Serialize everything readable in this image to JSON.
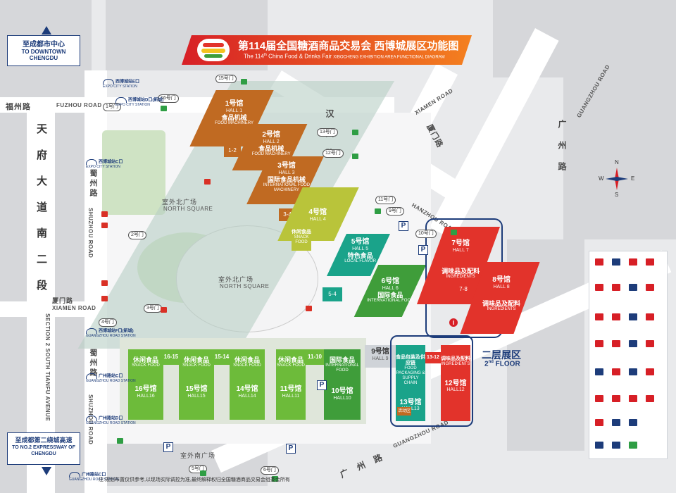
{
  "title": {
    "cn": "第114届全国糖酒商品交易会 西博城展区功能图",
    "en_pre": "The 114",
    "en_sup": "th",
    "en_post": " China Food & Drinks Fair ",
    "en_area": "XIBOCHENG EXHIBITION AREA FUNCTIONAL DIAGRAM"
  },
  "signs": {
    "downtown_cn": "至成都市中心",
    "downtown_en": "TO DOWNTOWN CHENGDU",
    "expressway_cn": "至成都第二绕城高速",
    "expressway_en": "TO NO.2 EXPRESSWAY OF CHENGDU"
  },
  "roads": {
    "fuzhou_cn": "福州路",
    "fuzhou_en": "FUZHOU ROAD",
    "tianfu_cn": "天府大道南二段",
    "tianfu_en": "SECTION 2 SOUTH TIANFU AVENUE",
    "shuzhou_cn_a": "蜀州路",
    "shuzhou_en": "SHUZHOU ROAD",
    "shuzhou_cn_b": "蜀州路",
    "xiamen_cn_a": "厦门路",
    "xiamen_en": "XIAMEN ROAD",
    "xiamen_cn_b": "厦门路",
    "xiamen_en_b": "XIAMEN ROAD",
    "hanzhou_cn": "汉州路",
    "hanzhou_en": "HANZHOU ROAD",
    "guangzhou_cn": "广州路",
    "guangzhou_en": "GUANGZHOU ROAD",
    "guangzhou_cn_b": "广州路",
    "guangzhou_en_b": "GUANGZHOU ROAD"
  },
  "squares": {
    "north_cn_a": "室外北广场",
    "north_en_a": "NORTH SQUARE",
    "north_cn_b": "室外北广场",
    "north_en_b": "NORTH SQUARE",
    "south_cn": "室外南广场"
  },
  "gates": [
    "1号门",
    "2号门",
    "3号门",
    "4号门",
    "5号门",
    "6号门",
    "9号门",
    "10号门",
    "11号门",
    "12号门",
    "13号门",
    "15号门",
    "16号门"
  ],
  "metro": {
    "e": "西博城站E口",
    "d_north": "西博城站D口(新城)",
    "c": "西博城站C口",
    "f": "西博城站F口(新城)",
    "c_south": "广州路站C口",
    "d_south": "广州路站D口",
    "c_bottom": "广州路站C口",
    "en_expo": "EXPO CITY STATION",
    "en_gz": "GUANGZHOU ROAD STATION"
  },
  "halls": {
    "h1": {
      "num": "1号馆",
      "en": "HALL 1",
      "cat": "食品机械",
      "cat_en": "FOOD MACHINERY"
    },
    "h12a": {
      "num": "1-2",
      "en": "",
      "cat": "",
      "cat_en": ""
    },
    "h2": {
      "num": "2号馆",
      "en": "HALL 2",
      "cat": "食品机械",
      "cat_en": "FOOD MACHINERY"
    },
    "h3": {
      "num": "3号馆",
      "en": "HALL 3",
      "cat": "国际食品机械",
      "cat_en": "INTERNATIONAL FOOD MACHINERY"
    },
    "h34": {
      "num": "3-4",
      "en": "",
      "cat": "",
      "cat_en": ""
    },
    "h4": {
      "num": "4号馆",
      "en": "HALL 4",
      "cat": "",
      "cat_en": ""
    },
    "h4cat": {
      "num": "",
      "en": "",
      "cat": "休闲食品",
      "cat_en": "SNACK FOOD"
    },
    "h5": {
      "num": "5号馆",
      "en": "HALL 5",
      "cat": "特色食品",
      "cat_en": "LOCAL FLAVOR"
    },
    "h54": {
      "num": "5-4",
      "en": "",
      "cat": "",
      "cat_en": ""
    },
    "h6": {
      "num": "6号馆",
      "en": "HALL 6",
      "cat": "国际食品",
      "cat_en": "INTERNATIONAL FOOD"
    },
    "h7": {
      "num": "7号馆",
      "en": "HALL 7",
      "cat": "调味品及配料",
      "cat_en": "INGREDIENTS"
    },
    "h78": {
      "num": "7-8",
      "en": "",
      "cat": "",
      "cat_en": ""
    },
    "h8": {
      "num": "8号馆",
      "en": "HALL 8",
      "cat": "调味品及配料",
      "cat_en": "INGREDIENTS"
    },
    "h9": {
      "num": "9号馆",
      "en": "HALL 9",
      "cat": "",
      "cat_en": ""
    },
    "h10": {
      "num": "10号馆",
      "en": "HALL10",
      "cat": "国际食品",
      "cat_en": "INTERNATIONAL FOOD"
    },
    "h1110": {
      "num": "11-10",
      "en": "",
      "cat": "",
      "cat_en": ""
    },
    "h11": {
      "num": "11号馆",
      "en": "HALL11",
      "cat": "休闲食品",
      "cat_en": "SNACK FOOD"
    },
    "h12": {
      "num": "12号馆",
      "en": "HALL12",
      "cat": "调味品及配料",
      "cat_en": "INGREDIENTS"
    },
    "h1312": {
      "num": "13-12",
      "en": "",
      "cat": "",
      "cat_en": ""
    },
    "h13": {
      "num": "13号馆",
      "en": "HALL13",
      "cat": "食品包装及供应链",
      "cat_en": "FOOD PACKAGING & SUPPLY CHAIN"
    },
    "h14": {
      "num": "14号馆",
      "en": "HALL14",
      "cat": "休闲食品",
      "cat_en": "SNACK FOOD"
    },
    "h1514": {
      "num": "15-14",
      "en": "",
      "cat": "",
      "cat_en": ""
    },
    "h15": {
      "num": "15号馆",
      "en": "HALL15",
      "cat": "休闲食品",
      "cat_en": "SNACK FOOD"
    },
    "h1615": {
      "num": "16-15",
      "en": "",
      "cat": "",
      "cat_en": ""
    },
    "h16": {
      "num": "16号馆",
      "en": "HALL16",
      "cat": "休闲食品",
      "cat_en": "SNACK FOOD"
    }
  },
  "floor": {
    "cn": "二层展区",
    "en_pre": "2",
    "en_sup": "nd",
    "en_post": " FLOOR"
  },
  "activity_label": "活动区",
  "footer_note": "注:规划布置仅供参考,以现场实际调控为准,最终解释权归全国糖酒商品交易会组委会所有",
  "compass": {
    "n": "N",
    "s": "S",
    "w": "W",
    "e": "E"
  },
  "colors": {
    "banner_red": "#d71f26",
    "banner_orange": "#f4801f",
    "hall_red": "#e2332b",
    "hall_green": "#3f9d3a",
    "hall_lightgreen": "#6dbb3a",
    "hall_olive": "#b9c43a",
    "hall_brown": "#c06a22",
    "hall_teal": "#1aa38a",
    "navy": "#1d3c7a"
  }
}
